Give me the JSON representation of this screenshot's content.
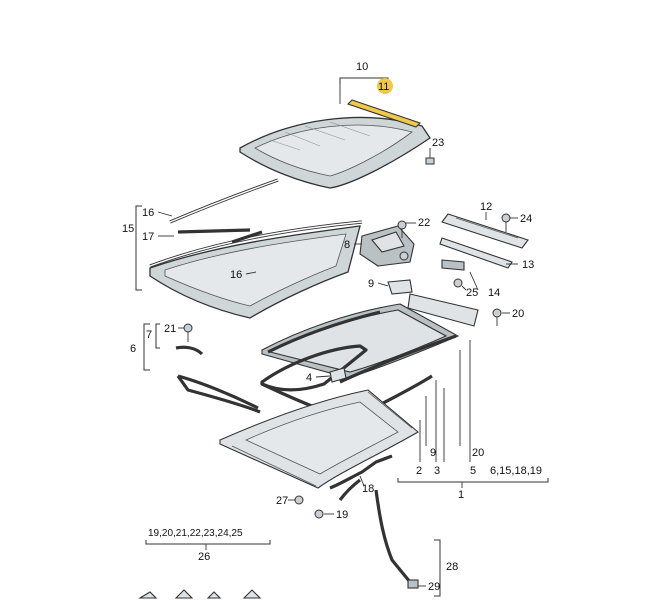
{
  "labels": {
    "p1": "1",
    "p2": "2",
    "p3": "3",
    "p4": "4",
    "p5": "5",
    "p6": "6",
    "p7": "7",
    "p8": "8",
    "p9a": "9",
    "p9b": "9",
    "p10": "10",
    "p11": "11",
    "p12": "12",
    "p13": "13",
    "p14": "14",
    "p15": "15",
    "p16a": "16",
    "p16b": "16",
    "p17": "17",
    "p18": "18",
    "p19": "19",
    "p20a": "20",
    "p20b": "20",
    "p21": "21",
    "p22": "22",
    "p23": "23",
    "p24": "24",
    "p25": "25",
    "p26": "26",
    "p27": "27",
    "p28": "28",
    "p29": "29",
    "group_6_15_18_19": "6,15,18,19",
    "group_19_26": "19,20,21,22,23,24,25"
  },
  "colors": {
    "highlight": "#f0c84a",
    "glass": "#cfd6d8",
    "line": "#333333"
  }
}
